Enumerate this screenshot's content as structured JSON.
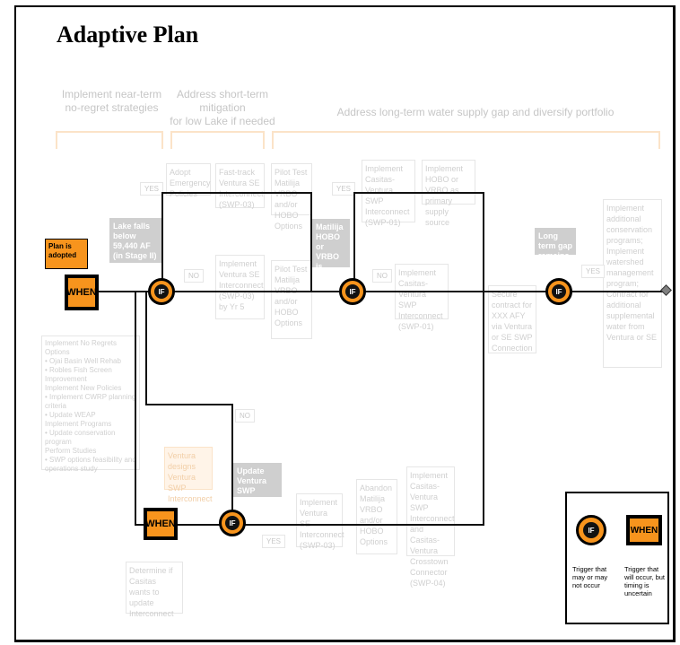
{
  "title": "Adaptive Plan",
  "headers": {
    "h1": "Implement near-term\nno-regret strategies",
    "h2": "Address short-term mitigation\nfor low Lake if needed",
    "h3": "Address long-term water supply gap and diversify portfolio"
  },
  "start": {
    "label": "Plan is adopted",
    "when": "WHEN"
  },
  "conditions": {
    "c1": "Lake falls below 59,440 AF (in Stage II)",
    "c2": "Matilija HOBO or VRBO is feasible",
    "c3": "Long term gap remains",
    "c4": "Update Ventura SWP Interconnect"
  },
  "tags": {
    "yes": "YES",
    "no": "NO"
  },
  "actions": {
    "a1": "Adopt Emergency Policies",
    "a2": "Fast-track Ventura SE Interconnect (SWP-03)",
    "a3": "Pilot Test Matilija VRBO and/or HOBO Options",
    "a4": "Implement Ventura SE Interconnect (SWP-03) by Yr 5",
    "a5": "Pilot Test Matilija VRBO and/or HOBO Options",
    "a6": "Implement Casitas-Ventura SWP Interconnect (SWP-01)",
    "a7": "Implement HOBO or VRBO as primary supply source",
    "a8": "Implement Casitas-Ventura SWP Interconnect (SWP-01)",
    "a9": "Secure contract for XXX AFY via Ventura or SE SWP Connection",
    "a10": "Implement additional conservation programs; Implement watershed management program; Contract for additional supplemental water from Ventura or SE",
    "a11": "Ventura designs Ventura SWP Interconnect",
    "a12": "Implement Ventura SE Interconnect (SWP-03)",
    "a13": "Abandon Matilija VRBO and/or HOBO Options",
    "a14": "Implement Casitas-Ventura SWP Interconnect and Casitas-Ventura Crosstown Connector (SWP-04)",
    "a15": "Determine if Casitas wants to update Interconnect",
    "noregret": "Implement No Regrets Options\n• Ojai Basin Well Rehab\n• Robles Fish Screen Improvement\nImplement New Policies\n• Implement CWRP planning criteria\n• Update WEAP\nImplement Programs\n• Update conservation program\nPerform Studies\n• SWP options feasibility and operations study"
  },
  "legend": {
    "if_desc": "Trigger that may or may not occur",
    "when_desc": "Trigger that will occur, but timing is uncertain"
  },
  "nodes": {
    "if": "IF",
    "when": "WHEN"
  },
  "colors": {
    "orange": "#f7941d",
    "black": "#000000",
    "faint": "#d0d0d0"
  }
}
